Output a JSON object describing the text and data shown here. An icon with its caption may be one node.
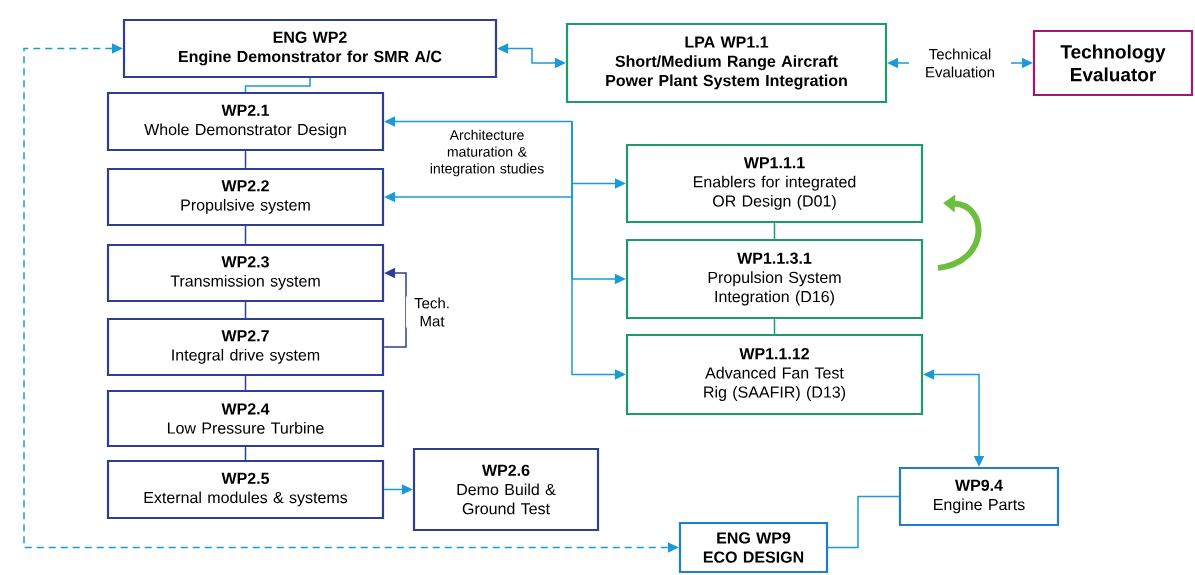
{
  "diagram": {
    "nodes": [
      {
        "text": [
          "ENG WP2",
          "Engine Demonstrator for SMR A/C"
        ]
      },
      {
        "text": [
          "WP2.1",
          "Whole Demonstrator Design"
        ]
      },
      {
        "text": [
          "WP2.2",
          "Propulsive system"
        ]
      },
      {
        "text": [
          "WP2.3",
          "Transmission system"
        ]
      },
      {
        "text": [
          "WP2.7",
          "Integral drive system"
        ]
      },
      {
        "text": [
          "WP2.4",
          "Low Pressure Turbine"
        ]
      },
      {
        "text": [
          "WP2.5",
          "External modules & systems"
        ]
      },
      {
        "text": [
          "WP2.6",
          "Demo Build & Ground Test"
        ]
      },
      {
        "text": [
          "LPA WP1.1",
          "Short/Medium Range Aircraft Power Plant System Integration"
        ]
      },
      {
        "text": [
          "Technology Evaluator"
        ]
      },
      {
        "text": [
          "WP1.1.1",
          "Enablers for integrated OR Design (D01)"
        ]
      },
      {
        "text": [
          "WP1.1.3.1",
          "Propulsion System Integration (D16)"
        ]
      },
      {
        "text": [
          "WP1.1.12",
          "Advanced Fan Test Rig (SAAFIR) (D13)"
        ]
      },
      {
        "text": [
          "WP9.4",
          "Engine Parts"
        ]
      },
      {
        "text": [
          "ENG WP9",
          "ECO DESIGN"
        ]
      }
    ],
    "edges": [
      {
        "from": 0,
        "to": 1,
        "arrow": "none"
      },
      {
        "from": 0,
        "to": 8,
        "arrow": "both"
      },
      {
        "from": 8,
        "to": 9,
        "arrow": "both",
        "label": "Technical Evaluation"
      },
      {
        "from": null,
        "to": 1,
        "arrow": "to",
        "label": "Architecture maturation & integration studies"
      },
      {
        "from": null,
        "to": 2,
        "arrow": "to"
      },
      {
        "from": null,
        "to": 10,
        "arrow": "to"
      },
      {
        "from": null,
        "to": 11,
        "arrow": "to"
      },
      {
        "from": null,
        "to": 12,
        "arrow": "to"
      },
      {
        "from": 1,
        "to": 2,
        "arrow": "none",
        "color": "#2e3f91"
      },
      {
        "from": 2,
        "to": 3,
        "arrow": "none",
        "color": "#2e3f91"
      },
      {
        "from": 3,
        "to": 4,
        "arrow": "none",
        "color": "#2e3f91"
      },
      {
        "from": 4,
        "to": 5,
        "arrow": "none",
        "color": "#2e3f91"
      },
      {
        "from": 5,
        "to": 6,
        "arrow": "none",
        "color": "#2e3f91"
      },
      {
        "from": 4,
        "to": 3,
        "arrow": "to",
        "label": "Tech. Mat",
        "color": "#2e3f91"
      },
      {
        "from": 6,
        "to": 7,
        "arrow": "to"
      },
      {
        "from": 10,
        "to": 11,
        "arrow": "none",
        "color": "#1f9a6b"
      },
      {
        "from": 11,
        "to": 12,
        "arrow": "none",
        "color": "#1f9a6b"
      },
      {
        "from": 12,
        "to": 13,
        "arrow": "both"
      },
      {
        "from": 14,
        "to": 13,
        "arrow": "none"
      },
      {
        "from": 0,
        "to": 14,
        "arrow": "both",
        "style": "dashed"
      }
    ]
  }
}
